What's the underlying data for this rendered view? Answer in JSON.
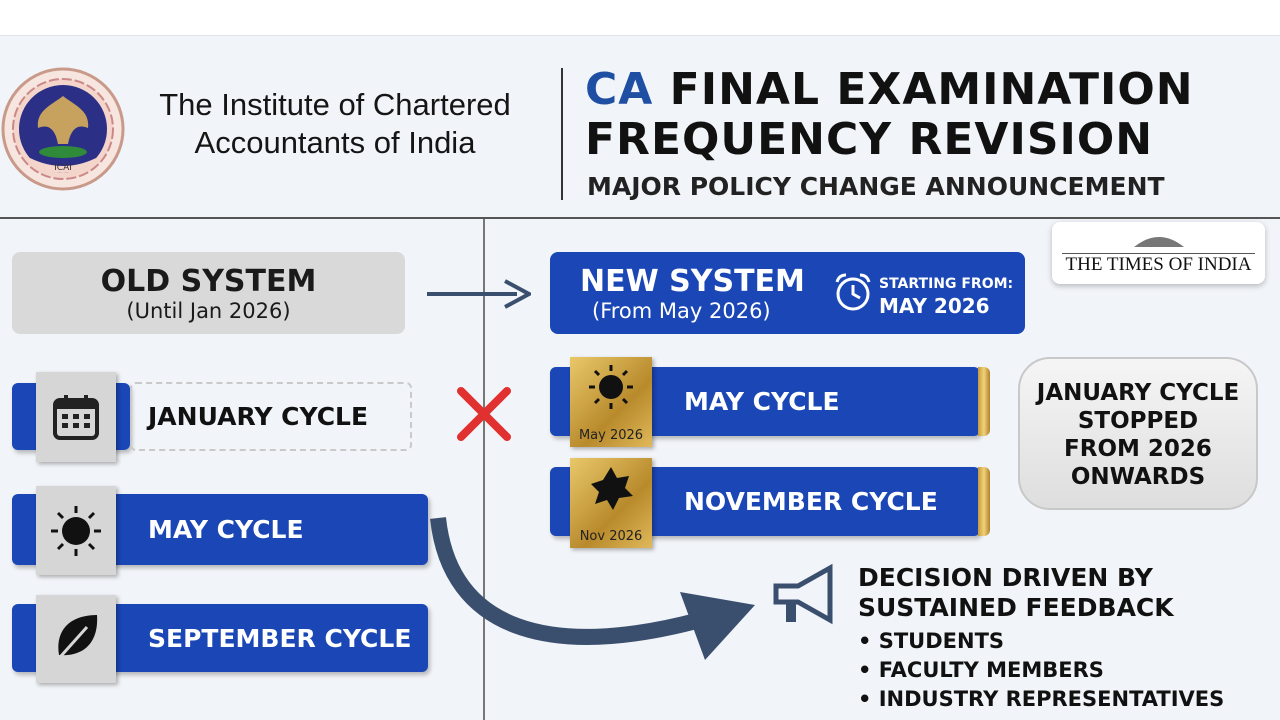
{
  "header": {
    "org_name_line1": "The Institute of Chartered",
    "org_name_line2": "Accountants of India",
    "logo_text": "ICAI",
    "title_ca": "CA",
    "title_rest": "FINAL EXAMINATION",
    "title_line2": "FREQUENCY REVISION",
    "subtitle": "MAJOR POLICY CHANGE ANNOUNCEMENT"
  },
  "source": {
    "name": "THE TIMES OF INDIA"
  },
  "old_system": {
    "title": "OLD SYSTEM",
    "period": "(Until Jan 2026)",
    "cycles": [
      {
        "label": "JANUARY CYCLE",
        "icon": "calendar-icon",
        "discontinued": true
      },
      {
        "label": "MAY CYCLE",
        "icon": "sun-icon"
      },
      {
        "label": "SEPTEMBER CYCLE",
        "icon": "leaf-icon"
      }
    ]
  },
  "new_system": {
    "title": "NEW SYSTEM",
    "period": "(From May 2026)",
    "starting_label": "STARTING FROM:",
    "starting_value": "MAY 2026",
    "cycles": [
      {
        "label": "MAY CYCLE",
        "badge": "May 2026",
        "icon": "sun-icon"
      },
      {
        "label": "NOVEMBER CYCLE",
        "badge": "Nov 2026",
        "icon": "leaf-icon"
      }
    ]
  },
  "notice": {
    "line1": "JANUARY CYCLE",
    "line2": "STOPPED",
    "line3": "FROM 2026",
    "line4": "ONWARDS"
  },
  "feedback": {
    "title1": "DECISION DRIVEN BY",
    "title2": "SUSTAINED FEEDBACK",
    "items": [
      "STUDENTS",
      "FACULTY MEMBERS",
      "INDUSTRY REPRESENTATIVES"
    ]
  },
  "colors": {
    "blue": "#1a46b6",
    "title_blue": "#1f4fa3",
    "gold": "#c99a3c",
    "red": "#e03030",
    "arrow": "#3a4f6e"
  }
}
